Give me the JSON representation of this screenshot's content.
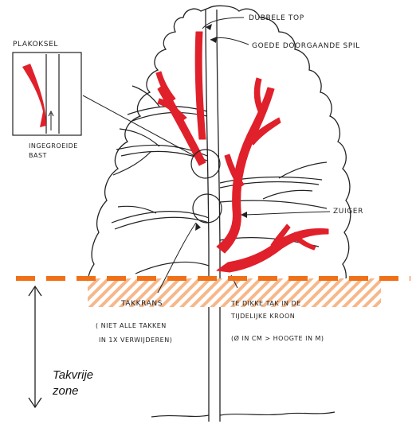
{
  "labels": {
    "dubbele_top": "DUBBELE TOP",
    "goede_spil": "GOEDE DOORGAANDE SPIL",
    "plakoksel": "PLAKOKSEL",
    "ingegroeide": "INGEGROEIDE",
    "bast": "BAST",
    "zuiger": "ZUIGER",
    "takkrans": "TAKKRANS",
    "niet_alle_1": "( NIET ALLE TAKKEN",
    "niet_alle_2": "IN 1X VERWIJDEREN)",
    "te_dikke_1": "TE DIKKE TAK IN DE",
    "te_dikke_2": "TIJDELIJKE KROON",
    "te_dikke_3": "(Ø IN CM > HOOGTE IN M)",
    "takvrije_1": "Takvrije",
    "takvrije_2": "zone"
  },
  "colors": {
    "problem_branch": "#e0202a",
    "zone_line": "#f07018",
    "ink": "#222222"
  }
}
